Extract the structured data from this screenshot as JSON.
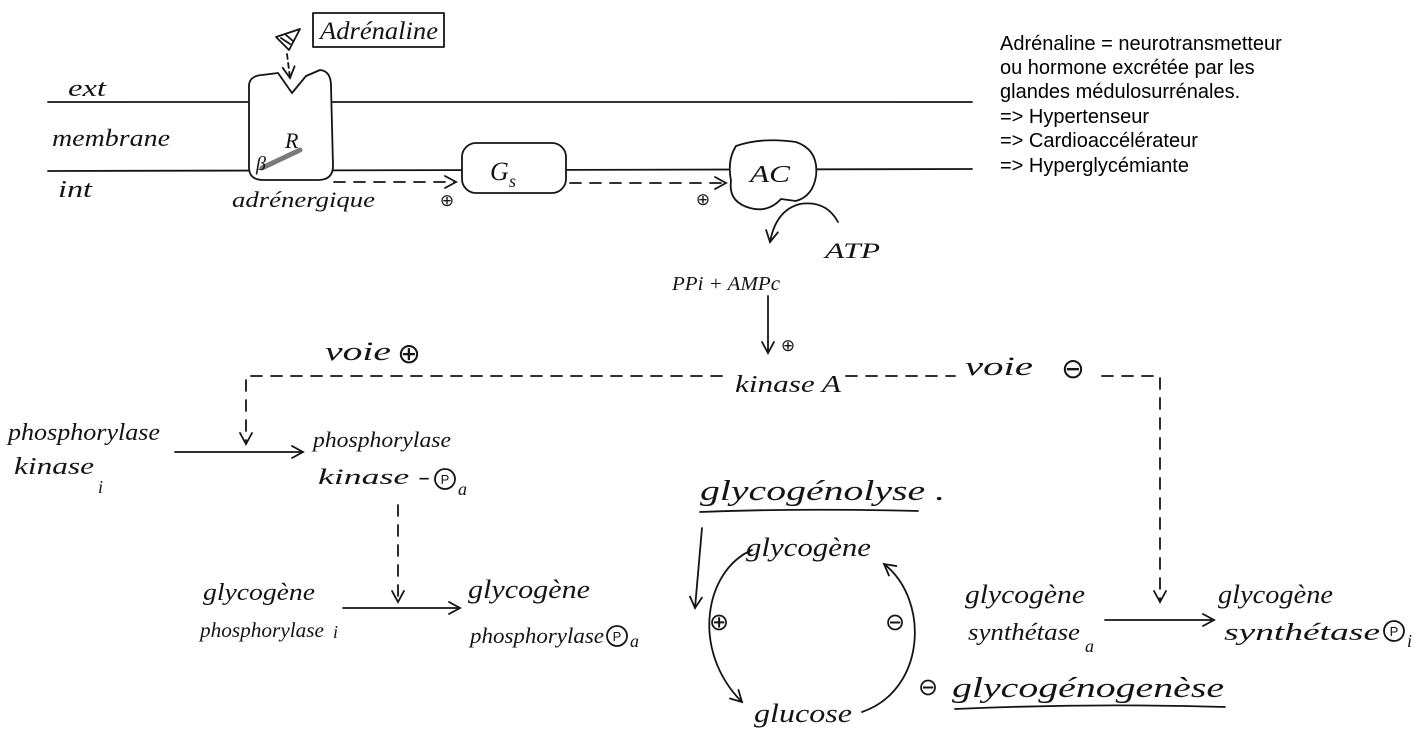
{
  "diagram": {
    "ligand_label": "Adrénaline",
    "regions": {
      "ext": "ext",
      "membrane": "membrane",
      "int": "int"
    },
    "receptor": {
      "letter_r": "R",
      "letter_beta": "β",
      "caption": "adrénergique"
    },
    "gs": {
      "letter": "G",
      "sub": "s"
    },
    "ac": "AC",
    "atp": "ATP",
    "products": "PPi + AMPc",
    "kinase_a": "kinase A",
    "signs": {
      "plus": "⊕",
      "minus": "⊖"
    },
    "voie_positive": "voie",
    "voie_negative": "voie",
    "phosphorylase_kinase_i": {
      "line1": "phosphorylase",
      "line2": "kinase",
      "sub": "i"
    },
    "phosphorylase_kinase_a": {
      "line1": "phosphorylase",
      "line2": "kinase -",
      "phospho": "P",
      "sub": "a"
    },
    "glycogene_phosphorylase_i": {
      "line1": "glycogène",
      "line2": "phosphorylase",
      "sub": "i"
    },
    "glycogene_phosphorylase_a": {
      "line1": "glycogène",
      "line2": "phosphorylase",
      "phospho": "P",
      "sub": "a"
    },
    "glycogenolyse": "glycogénolyse .",
    "cycle": {
      "top": "glycogène",
      "bottom": "glucose"
    },
    "glycogenogenese": "glycogénogenèse",
    "glycogene_synthetase_a": {
      "line1": "glycogène",
      "line2": "synthétase",
      "sub": "a"
    },
    "glycogene_synthetase_i": {
      "line1": "glycogène",
      "line2": "synthétase",
      "phospho": "P",
      "sub": "i"
    }
  },
  "legend": {
    "lines": [
      "Adrénaline = neurotransmetteur",
      "ou hormone excrétée par les",
      "glandes médulosurrénales.",
      "=> Hypertenseur",
      "=> Cardioaccélérateur",
      "=> Hyperglycémiante"
    ]
  },
  "colors": {
    "ink": "#141414",
    "background": "#ffffff"
  }
}
